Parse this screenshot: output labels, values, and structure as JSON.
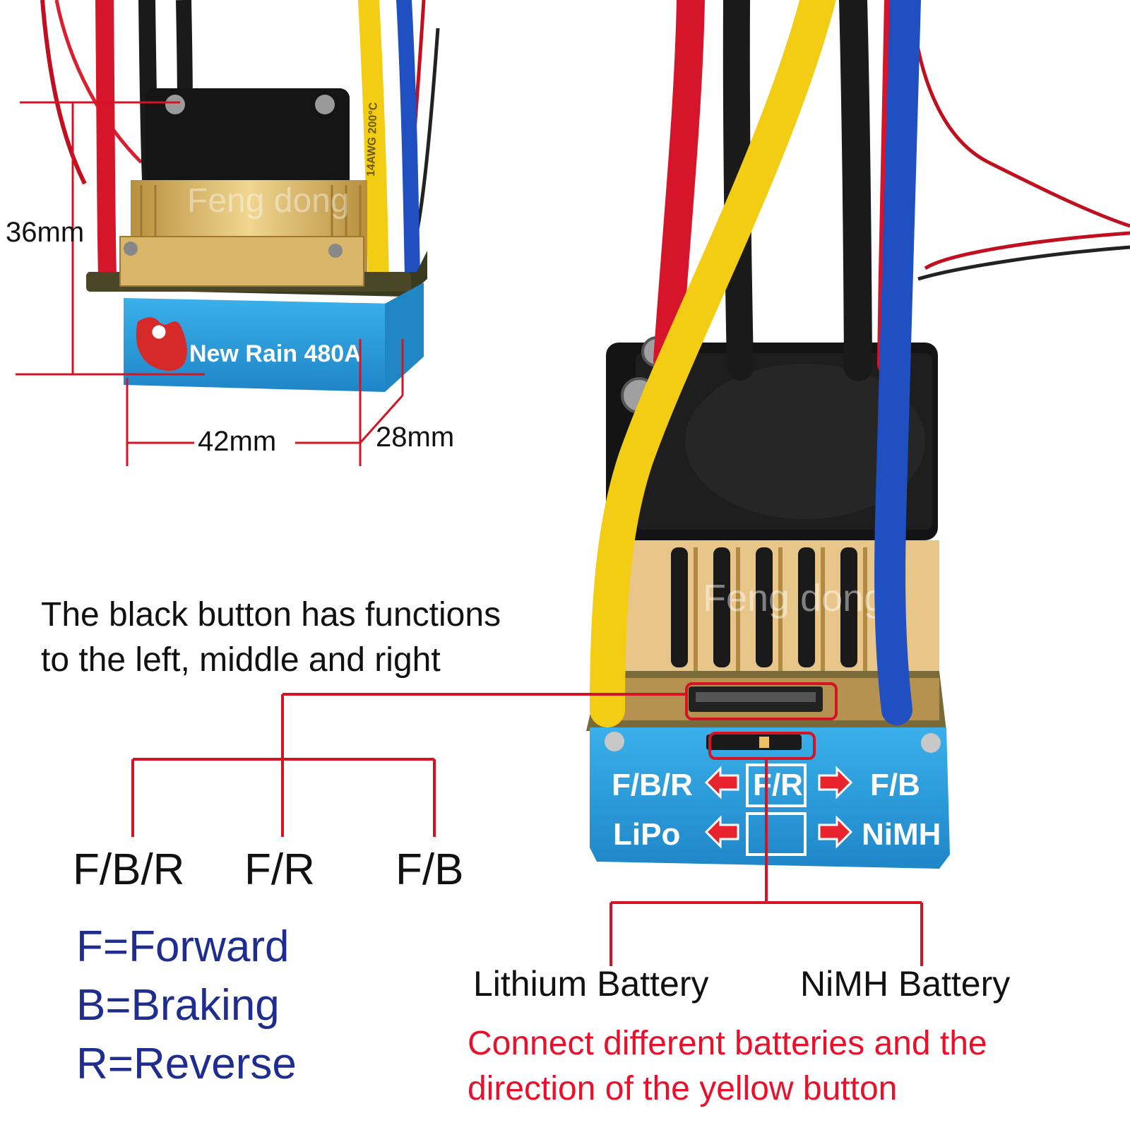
{
  "colors": {
    "callout_red": "#d41424",
    "legend_blue": "#1f2d8f",
    "note_red": "#e8102a",
    "esc_blue": "#2a9bd8",
    "wire_red": "#d6142a",
    "wire_yellow": "#f3cc14",
    "wire_blue": "#1f4fc0",
    "heatsink_gold": "#d9b66a"
  },
  "dimensions": {
    "height": "36mm",
    "width": "42mm",
    "depth": "28mm"
  },
  "product": {
    "label": "New Rain 480A",
    "watermark": "Feng dong",
    "wire_print": "14AWG 200°C"
  },
  "esc_panel": {
    "row1_left": "F/B/R",
    "row1_center": "F/R",
    "row1_right": "F/B",
    "row2_left": "LiPo",
    "row2_right": "NiMH"
  },
  "black_button": {
    "description_line1": "The black button has functions",
    "description_line2": "to the left, middle and right",
    "options": [
      "F/B/R",
      "F/R",
      "F/B"
    ]
  },
  "legend": {
    "line1": "F=Forward",
    "line2": "B=Braking",
    "line3": "R=Reverse"
  },
  "batteries": {
    "left": "Lithium Battery",
    "right": "NiMH Battery"
  },
  "note": {
    "line1": "Connect different batteries and the",
    "line2": "direction of the yellow button"
  }
}
